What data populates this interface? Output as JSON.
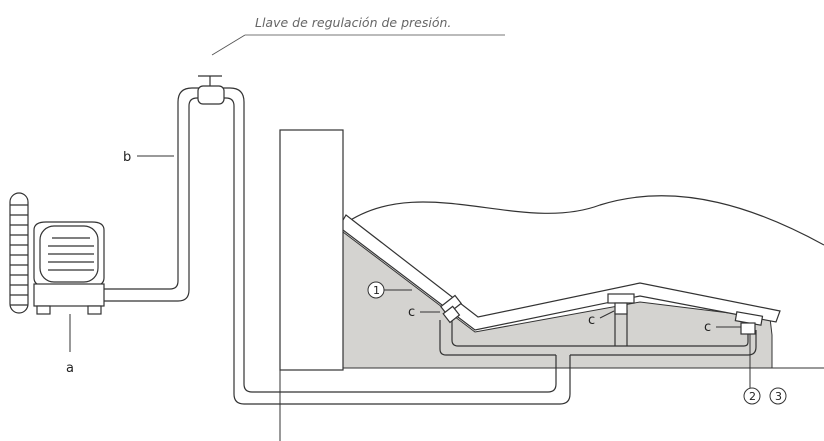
{
  "annotations": {
    "valve_caption": "Llave de regulación de presión.",
    "label_a": "a",
    "label_b": "b",
    "label_c": "c",
    "callout_1": "1",
    "callout_2": "2",
    "callout_3": "3"
  },
  "colors": {
    "stroke": "#333333",
    "ground_fill": "#d4d3d0",
    "caption_gray": "#666666"
  },
  "icons": [
    "compressor-motor-icon",
    "pressure-valve-icon",
    "air-diffuser-icon"
  ]
}
